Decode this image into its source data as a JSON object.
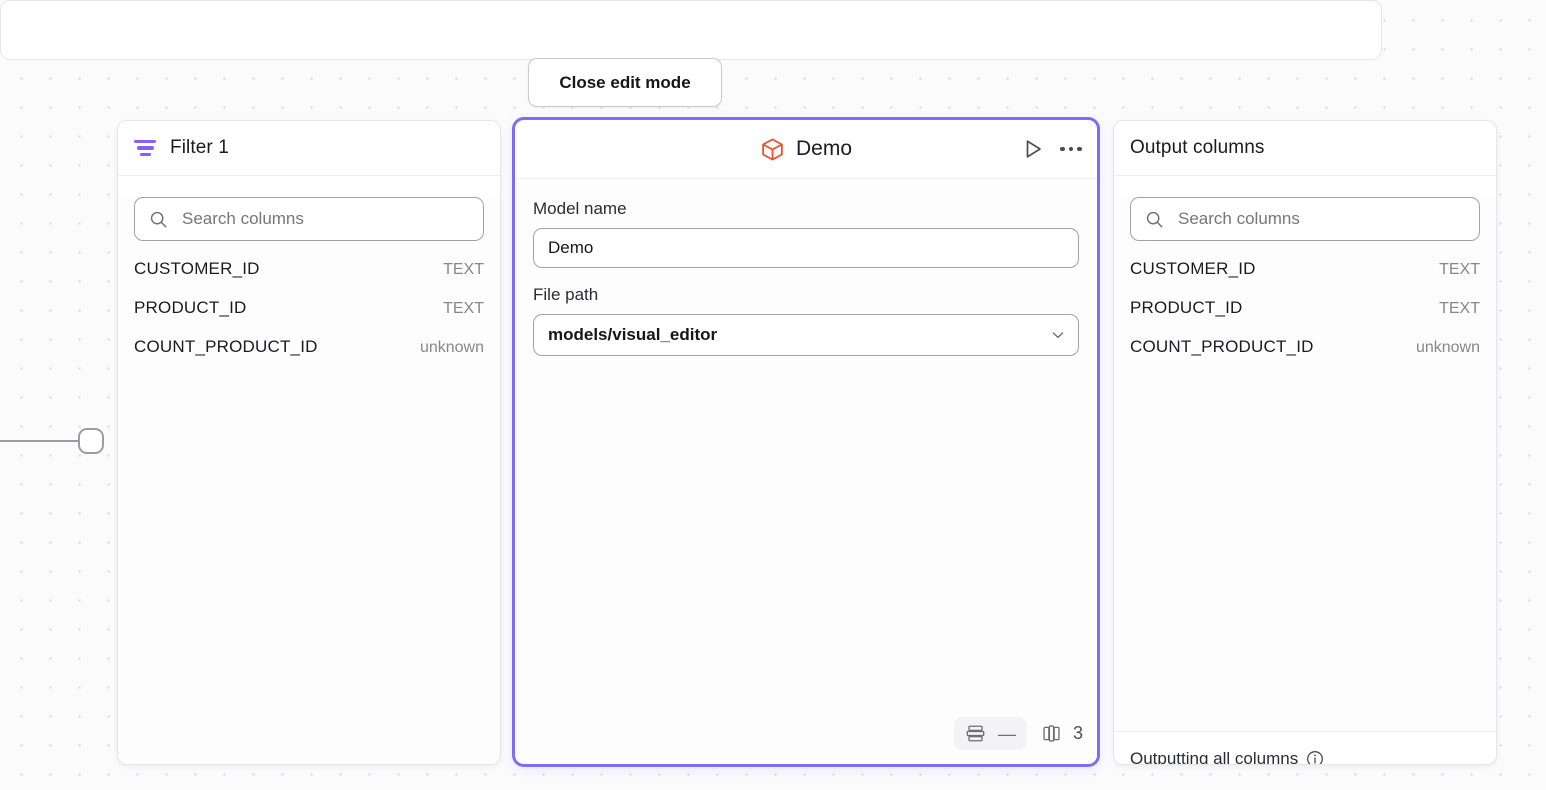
{
  "canvas": {
    "edit_mode_button": "Close edit mode",
    "edge_handle_name": "connection-handle"
  },
  "filter_panel": {
    "title": "Filter 1",
    "icon": "filter-icon",
    "search": {
      "placeholder": "Search columns",
      "value": "",
      "icon": "search-icon"
    },
    "columns": [
      {
        "name": "CUSTOMER_ID",
        "type": "TEXT"
      },
      {
        "name": "PRODUCT_ID",
        "type": "TEXT"
      },
      {
        "name": "COUNT_PRODUCT_ID",
        "type": "unknown"
      }
    ]
  },
  "model_panel": {
    "title": "Demo",
    "icon": "cube-icon",
    "run_icon": "play-icon",
    "more_icon": "more-options-icon",
    "fields": {
      "model_name_label": "Model name",
      "model_name_value": "Demo",
      "model_name_placeholder": "Model name",
      "file_path_label": "File path",
      "file_path_value": "models/visual_editor",
      "chevron_icon": "chevron-down-icon"
    },
    "stats": {
      "rows_icon": "rows-icon",
      "rows_value": "—",
      "columns_icon": "columns-icon",
      "columns_value": "3"
    }
  },
  "output_panel": {
    "title": "Output columns",
    "search": {
      "placeholder": "Search columns",
      "value": "",
      "icon": "search-icon"
    },
    "columns": [
      {
        "name": "CUSTOMER_ID",
        "type": "TEXT"
      },
      {
        "name": "PRODUCT_ID",
        "type": "TEXT"
      },
      {
        "name": "COUNT_PRODUCT_ID",
        "type": "unknown"
      }
    ],
    "footer_text": "Outputting all columns",
    "footer_icon": "info-icon"
  },
  "colors": {
    "accent_purple": "#7d6df4",
    "filter_purple": "#8b5cf6",
    "cube_orange": "#e8502e",
    "muted_text": "#86868f"
  }
}
